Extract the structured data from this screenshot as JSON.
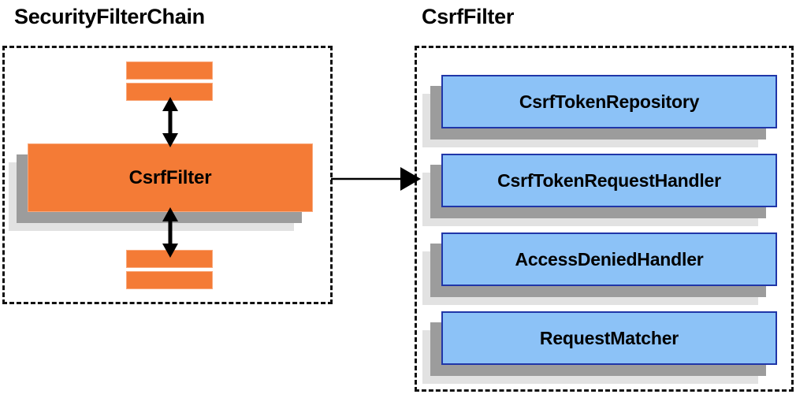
{
  "diagram": {
    "title_left": "SecurityFilterChain",
    "title_right": "CsrfFilter",
    "colors": {
      "orange_fill": "#f47b36",
      "orange_border": "#f9a97c",
      "blue_fill": "#8cc2f7",
      "blue_border": "#2036a8",
      "shadow_mid": "#9c9c9c",
      "shadow_outer": "#e2e2e2",
      "border_dashed": "#111111",
      "text": "#000000",
      "background": "#ffffff"
    },
    "left_panel": {
      "title": "SecurityFilterChain",
      "main_node": "CsrfFilter",
      "stubs_above": [
        "",
        ""
      ],
      "stubs_below": [
        "",
        ""
      ]
    },
    "right_panel": {
      "title": "CsrfFilter",
      "collaborators": [
        {
          "label": "CsrfTokenRepository"
        },
        {
          "label": "CsrfTokenRequestHandler"
        },
        {
          "label": "AccessDeniedHandler"
        },
        {
          "label": "RequestMatcher"
        }
      ]
    },
    "connectors": [
      {
        "name": "filter-chain-up-down-top",
        "kind": "double-arrow-vertical"
      },
      {
        "name": "filter-chain-up-down-bottom",
        "kind": "double-arrow-vertical"
      },
      {
        "name": "csrf-filter-expansion",
        "kind": "arrow-right"
      }
    ]
  }
}
